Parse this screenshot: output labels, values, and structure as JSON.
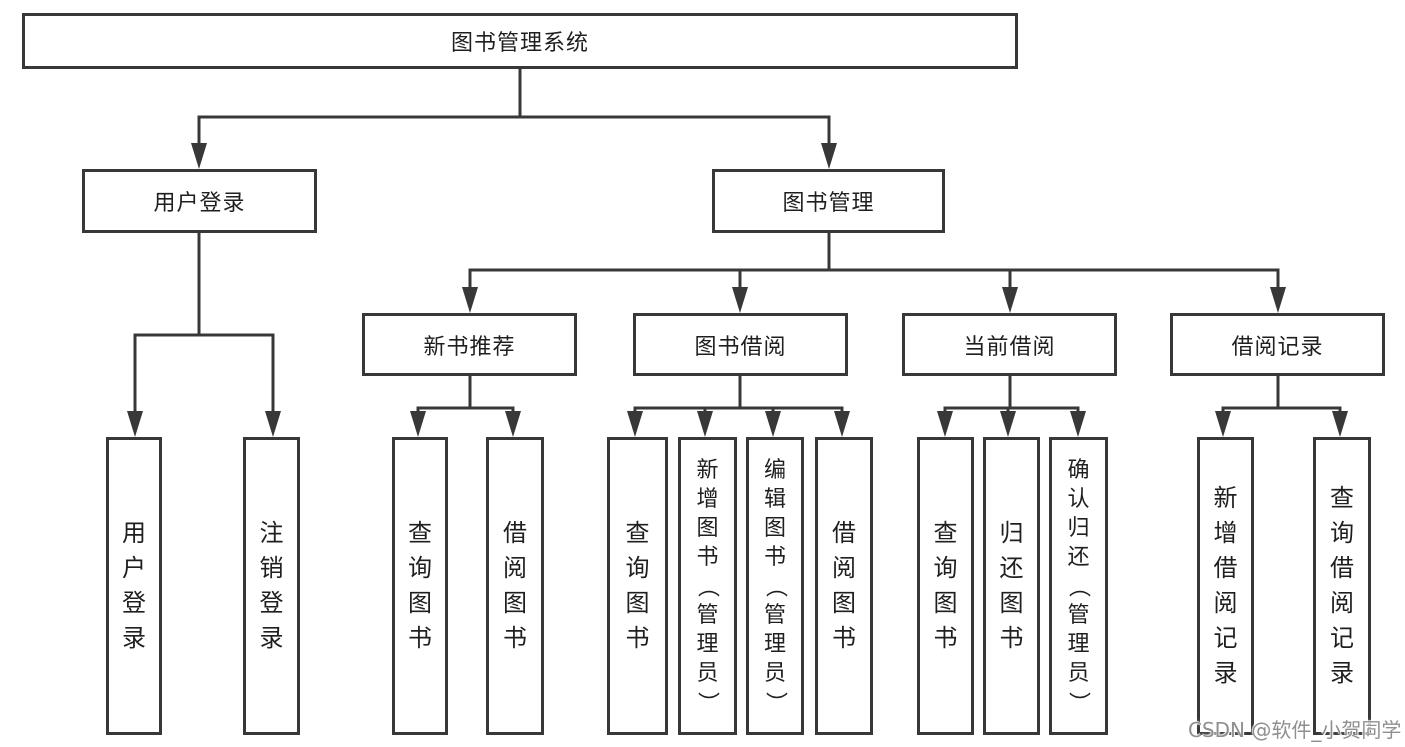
{
  "colors": {
    "line": "#383838",
    "watermark": "#8f8f8f"
  },
  "tree": {
    "label": "图书管理系统",
    "children": [
      {
        "label": "用户登录",
        "children": [
          {
            "label": "用户登录"
          },
          {
            "label": "注销登录"
          }
        ]
      },
      {
        "label": "图书管理",
        "children": [
          {
            "label": "新书推荐",
            "children": [
              {
                "label": "查询图书"
              },
              {
                "label": "借阅图书"
              }
            ]
          },
          {
            "label": "图书借阅",
            "children": [
              {
                "label": "查询图书"
              },
              {
                "label": "新增图书（管理员）"
              },
              {
                "label": "编辑图书（管理员）"
              },
              {
                "label": "借阅图书"
              }
            ]
          },
          {
            "label": "当前借阅",
            "children": [
              {
                "label": "查询图书"
              },
              {
                "label": "归还图书"
              },
              {
                "label": "确认归还（管理员）"
              }
            ]
          },
          {
            "label": "借阅记录",
            "children": [
              {
                "label": "新增借阅记录"
              },
              {
                "label": "查询借阅记录"
              }
            ]
          }
        ]
      }
    ]
  },
  "watermark": "CSDN @软件_小贺同学"
}
